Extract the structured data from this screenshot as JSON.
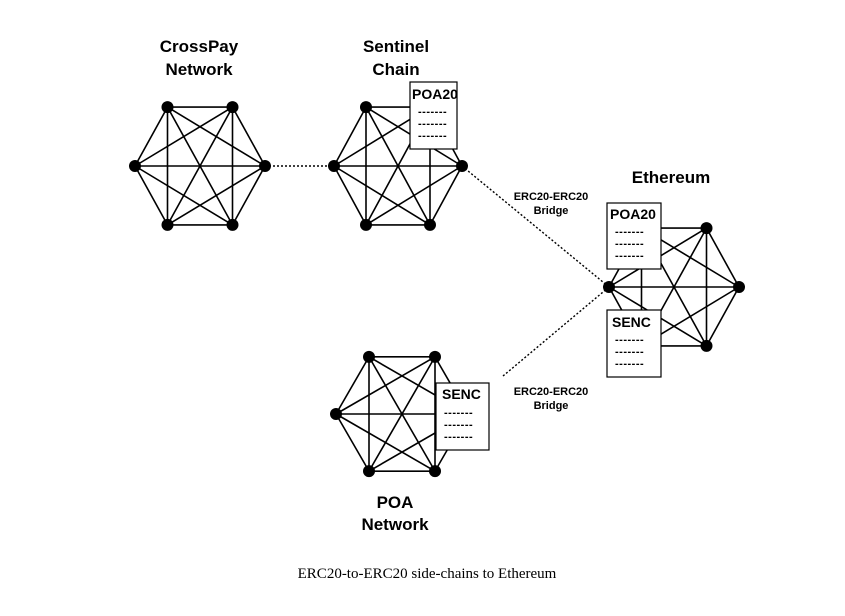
{
  "networks": {
    "crosspay": {
      "name_line1": "CrossPay",
      "name_line2": "Network"
    },
    "sentinel": {
      "name_line1": "Sentinel",
      "name_line2": "Chain",
      "doc_title": "POA20",
      "doc_lines": [
        "-------",
        "-------",
        "-------"
      ]
    },
    "ethereum": {
      "name_line1": "Ethereum",
      "doc1_title": "POA20",
      "doc1_lines": [
        "-------",
        "-------",
        "-------"
      ],
      "doc2_title": "SENC",
      "doc2_lines": [
        "-------",
        "-------",
        "-------"
      ]
    },
    "poa": {
      "name_line1": "POA",
      "name_line2": "Network",
      "doc_title": "SENC",
      "doc_lines": [
        "-------",
        "-------",
        "-------"
      ]
    }
  },
  "bridges": [
    {
      "line1": "ERC20-ERC20",
      "line2": "Bridge"
    },
    {
      "line1": "ERC20-ERC20",
      "line2": "Bridge"
    }
  ],
  "caption": "ERC20-to-ERC20 side-chains to Ethereum"
}
